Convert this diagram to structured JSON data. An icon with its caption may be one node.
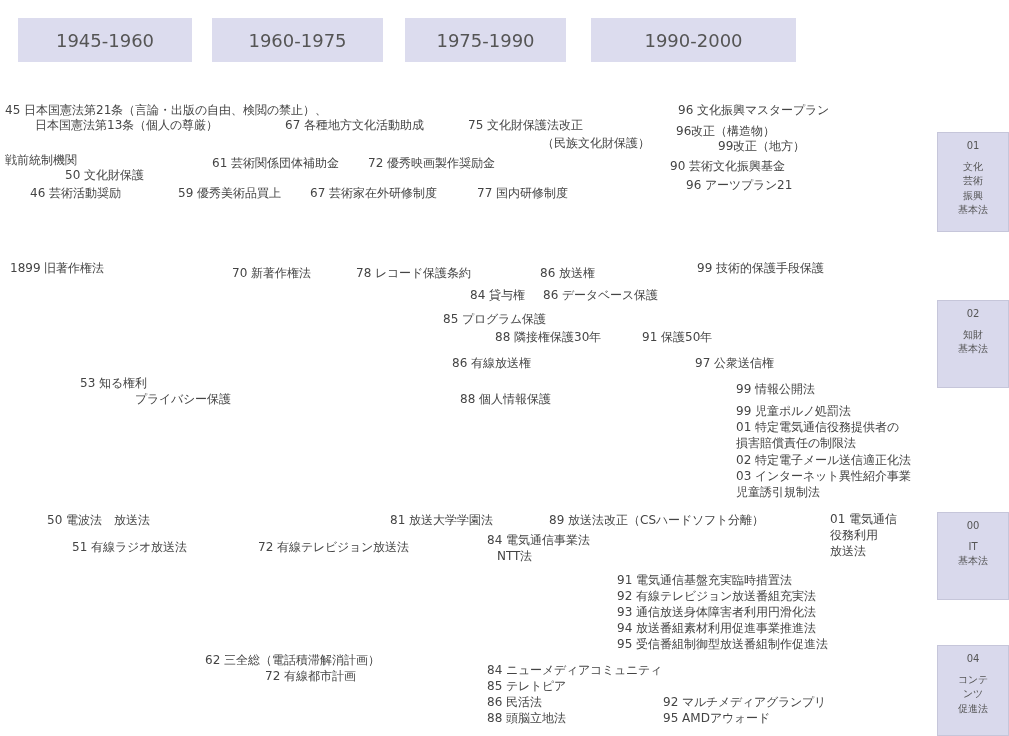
{
  "diagram": {
    "nodes": [
      {
        "text": [
          "1945-1960"
        ]
      },
      {
        "text": [
          "1960-1975"
        ]
      },
      {
        "text": [
          "1975-1990"
        ]
      },
      {
        "text": [
          "1990-2000"
        ]
      },
      {
        "text": [
          "01",
          "文化芸術振興基本法"
        ]
      },
      {
        "text": [
          "02",
          "知財基本法"
        ]
      },
      {
        "text": [
          "00",
          "IT基本法"
        ]
      },
      {
        "text": [
          "04",
          "コンテンツ促進法"
        ]
      }
    ],
    "labels": [
      "45 日本国憲法第21条（言論・出版の自由、検閲の禁止）、",
      "96 文化振興マスタープラン",
      "日本国憲法第13条（個人の尊厳）",
      "67 各種地方文化活動助成",
      "75 文化財保護法改正",
      "96改正（構造物）",
      "（民族文化財保護）",
      "99改正（地方）",
      "戦前統制機関",
      "61 芸術関係団体補助金",
      "72 優秀映画製作奨励金",
      "90 芸術文化振興基金",
      "50 文化財保護",
      "96 アーツプラン21",
      "46 芸術活動奨励",
      "59 優秀美術品買上",
      "67 芸術家在外研修制度",
      "77 国内研修制度",
      "1899 旧著作権法",
      "99 技術的保護手段保護",
      "70 新著作権法",
      "78 レコード保護条約",
      "86 放送権",
      "84 貸与権",
      "86 データベース保護",
      "85 プログラム保護",
      "88 隣接権保護30年",
      "91 保護50年",
      "86 有線放送権",
      "97 公衆送信権",
      "53 知る権利",
      "99 情報公開法",
      "プライバシー保護",
      "88 個人情報保護",
      "99 児童ポルノ処罰法",
      "01 特定電気通信役務提供者の損害賠償責任の制限法",
      "02 特定電子メール送信適正化法",
      "03 インターネット異性紹介事業児童誘引規制法",
      "50 電波法　放送法",
      "81 放送大学学園法",
      "89 放送法改正（CSハードソフト分離）",
      "01 電気通信役務利用放送法",
      "51 有線ラジオ放送法",
      "72 有線テレビジョン放送法",
      "84 電気通信事業法",
      "NTT法",
      "91 電気通信基盤充実臨時措置法",
      "92 有線テレビジョン放送番組充実法",
      "93 通信放送身体障害者利用円滑化法",
      "94 放送番組素材利用促進事業推進法",
      "95 受信番組制御型放送番組制作促進法",
      "62 三全総（電話積滞解消計画）",
      "84 ニューメディアコミュニティ",
      "72 有線都市計画",
      "85 テレトピア",
      "86 民活法",
      "92 マルチメディアグランプリ",
      "88 頭脳立地法",
      "95 AMDアウォード"
    ]
  }
}
